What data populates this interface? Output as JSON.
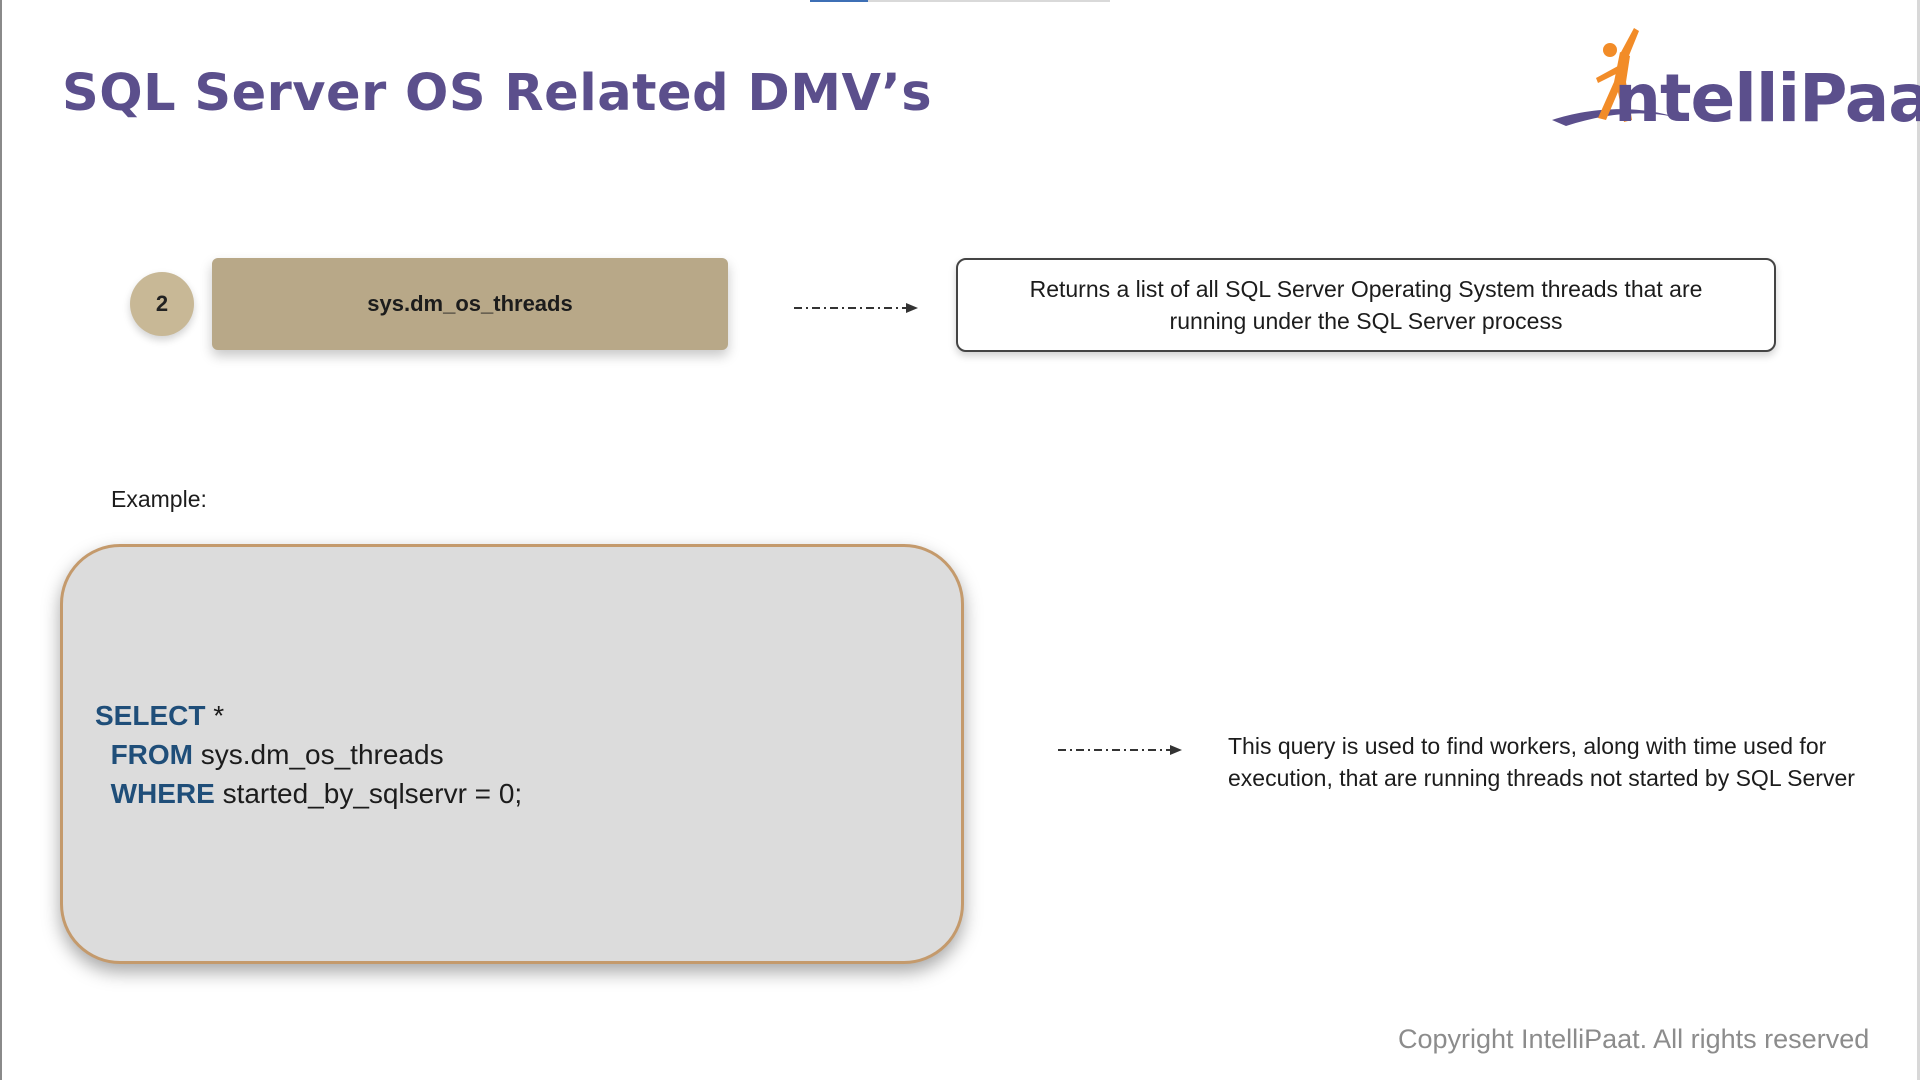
{
  "slide": {
    "title": "SQL Server OS Related DMV’s",
    "logo_text": "ntelliPaat",
    "step_number": "2",
    "dmv_name": "sys.dm_os_threads",
    "dmv_description": "Returns a list of all SQL Server Operating System threads that are running under the SQL Server process",
    "example_label": "Example:",
    "code": {
      "line1_keyword": "SELECT",
      "line1_rest": " *",
      "line2_keyword": "FROM",
      "line2_rest": " sys.dm_os_threads",
      "line3_keyword": "WHERE",
      "line3_rest": " started_by_sqlservr = 0;"
    },
    "query_description": "This query is used to find workers, along with time used for execution, that are running threads not started by SQL Server",
    "copyright": "Copyright IntelliPaat. All rights reserved"
  },
  "colors": {
    "title": "#5b4f8c",
    "logo_accent": "#f28c28",
    "badge": "#c8b896",
    "dmv_box": "#b8a888",
    "code_keyword": "#1f4e79",
    "code_box_border": "#c49a6c"
  },
  "icons": {
    "arrow_top": "dashed-arrow-icon",
    "arrow_bottom": "dashed-arrow-icon",
    "logo_figure": "jumping-person-icon"
  }
}
